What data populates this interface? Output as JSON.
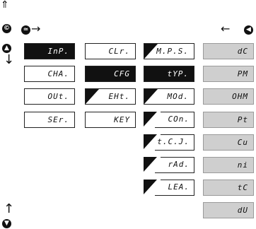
{
  "col1": [
    {
      "label": "InP.",
      "style": "dark"
    },
    {
      "label": "CHA.",
      "style": "plain"
    },
    {
      "label": "OUt.",
      "style": "plain"
    },
    {
      "label": "SEr.",
      "style": "plain"
    }
  ],
  "col2": [
    {
      "label": "CLr.",
      "style": "plain"
    },
    {
      "label": "CFG",
      "style": "dark"
    },
    {
      "label": "EHt.",
      "style": "tri"
    },
    {
      "label": "KEY",
      "style": "plain"
    }
  ],
  "col3": [
    {
      "label": "M.P.S.",
      "style": "tri"
    },
    {
      "label": "tYP.",
      "style": "tri-dark"
    },
    {
      "label": "MOd.",
      "style": "tri"
    },
    {
      "label": "COn.",
      "style": "dashed"
    },
    {
      "label": "t.C.J.",
      "style": "dashed"
    },
    {
      "label": "rAd.",
      "style": "dashed"
    },
    {
      "label": "LEA.",
      "style": "dashed"
    }
  ],
  "col4": [
    {
      "label": "dC",
      "style": "gray"
    },
    {
      "label": "PM",
      "style": "gray"
    },
    {
      "label": "OHM",
      "style": "gray"
    },
    {
      "label": "Pt",
      "style": "gray"
    },
    {
      "label": "Cu",
      "style": "gray"
    },
    {
      "label": "ni",
      "style": "gray"
    },
    {
      "label": "tC",
      "style": "gray"
    },
    {
      "label": "dU",
      "style": "gray"
    }
  ],
  "icons": {
    "top_left": "©",
    "left_arrow_btn": "ʘ",
    "up_btn": "▲",
    "down_btn": "▼",
    "right_btn": "◀"
  }
}
